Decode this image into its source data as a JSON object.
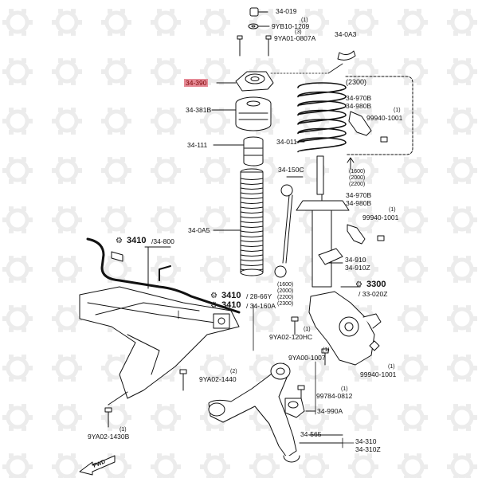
{
  "callouts": {
    "p34_019": "34-019",
    "p9yb10_1209": "9YB10-1209",
    "p9yb10_1209_qty": "(1)",
    "p9ya01_0807a": "9YA01-0807A",
    "p9ya01_0807a_qty": "(3)",
    "p34_0a3": "34-0A3",
    "p34_390": "34-390",
    "p34_381b": "34-381B",
    "p34_111": "34-111",
    "p34_011": "34-011",
    "p34_0a5": "34-0A5",
    "p34_150c": "34-150C",
    "p2300_group": "(2300)",
    "p34_970b_top": "34-970B",
    "p34_980b_top": "34-980B",
    "p99940_1001_top": "99940-1001",
    "p99940_1001_top_qty": "(1)",
    "p34_970b_mid": "34-970B",
    "p34_980b_mid": "34-980B",
    "p99940_1001_mid": "99940-1001",
    "p99940_1001_mid_qty": "(1)",
    "p34_910": "34-910",
    "p34_910z": "34-910Z",
    "variants_mid": "(1600)\n(2000)\n(2200)",
    "variants_low": "(1600)\n(2000)\n(2200)\n(2300)",
    "s3410_a": "3410",
    "s3410_a_sub": "/34-800",
    "s3410_b": "3410",
    "s3410_b_sub": "/ 28-66Y",
    "s3410_c": "3410",
    "s3410_c_sub": "/ 34-160A",
    "s3300": "3300",
    "s3300_sub": "/ 33-020Z",
    "p9ya02_120hc": "9YA02-120HC",
    "p9ya02_120hc_qty": "(1)",
    "p9ya00_1007": "9YA00-1007",
    "p9ya00_1007_qty": "(1)",
    "p99940_1001_low": "99940-1001",
    "p99940_1001_low_qty": "(1)",
    "p9ya02_1440": "9YA02-1440",
    "p9ya02_1440_qty": "(2)",
    "p99784_0812": "99784-0812",
    "p99784_0812_qty": "(1)",
    "p34_990a": "34-990A",
    "p9ya02_1430b": "9YA02-1430B",
    "p9ya02_1430b_qty": "(1)",
    "p34_565": "34-565",
    "p34_310": "34-310",
    "p34_310z": "34-310Z",
    "fwd": "FWD"
  },
  "colors": {
    "highlight_bg": "#e68a96",
    "highlight_text": "#7a0000",
    "line": "#111111",
    "watermark": "#ececec"
  },
  "icons": {
    "gear": "gear-ref-icon",
    "watermark": "watermark-logo-icon"
  }
}
